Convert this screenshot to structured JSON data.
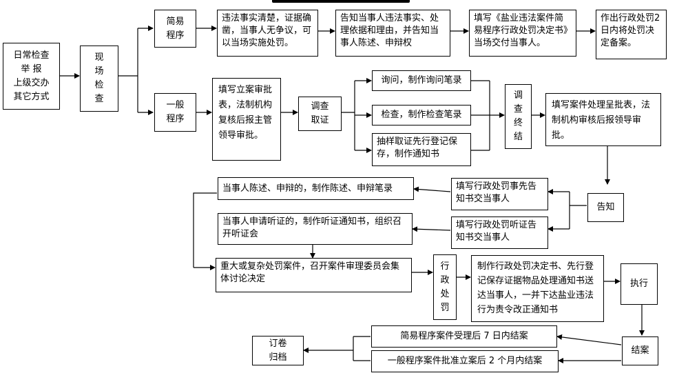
{
  "diagram": {
    "nodes": {
      "source": {
        "lines": [
          "日常检查",
          "举      报",
          "上级交办",
          "其它方式"
        ]
      },
      "inspect": {
        "chars": [
          "现",
          "场",
          "检",
          "查"
        ]
      },
      "simple": {
        "lines": [
          "简易",
          "程序"
        ]
      },
      "simple_1": {
        "text": "违法事实清楚，证据确凿，当事人无争议，可以当场实施处罚。"
      },
      "simple_2": {
        "text": "告知当事人违法事实、处理依据和理由，并告知当事人陈述、申辩权"
      },
      "simple_3": {
        "text": "填写《盐业违法案件简易程序行政处罚决定书》当场交付当事人。"
      },
      "simple_4": {
        "text": "作出行政处罚2日内将处罚决定备案。"
      },
      "general": {
        "lines": [
          "一般",
          "程序"
        ]
      },
      "register": {
        "text": "填写立案审批表，法制机构复核后报主管领导审批。"
      },
      "investigate": {
        "lines": [
          "调查",
          "取证"
        ]
      },
      "inquiry": {
        "text": "询问，制作询问笔录"
      },
      "examine": {
        "text": "检查，制作检查笔录"
      },
      "sampling": {
        "text": "抽样取证先行登记保存，制作通知书"
      },
      "inv_end": {
        "chars": [
          "调",
          "查",
          "终",
          "结"
        ]
      },
      "approval": {
        "text": "填写案件处理呈批表，法制机构审核后报领导审批。"
      },
      "notify": {
        "text": "告知"
      },
      "notice_a": {
        "text": "填写行政处罚事先告知书交当事人"
      },
      "notice_b": {
        "text": "填写行政处罚听证告知书交当事人"
      },
      "statement": {
        "text": "当事人陈述、申辩的，制作陈述、申辩笔录"
      },
      "hearing": {
        "text": "当事人申请听证的，制作听证通知书，组织召开听证会"
      },
      "committee": {
        "text": "重大或复杂处罚案件，召开案件审理委员会集体讨论决定"
      },
      "penalty": {
        "chars": [
          "行",
          "政",
          "处",
          "罚"
        ]
      },
      "decision": {
        "text": "制作行政处罚决定书、先行登记保存证据物品处理通知书送达当事人，一并下达盐业违法行为责令改正通知书"
      },
      "execute": {
        "text": "执行"
      },
      "close": {
        "text": "结案"
      },
      "close_simple": {
        "text": "简易程序案件受理后 7 日内结案"
      },
      "close_general": {
        "text": "一般程序案件批准立案后 2 个月内结案"
      },
      "archive": {
        "lines": [
          "订卷",
          "归档"
        ]
      }
    }
  }
}
